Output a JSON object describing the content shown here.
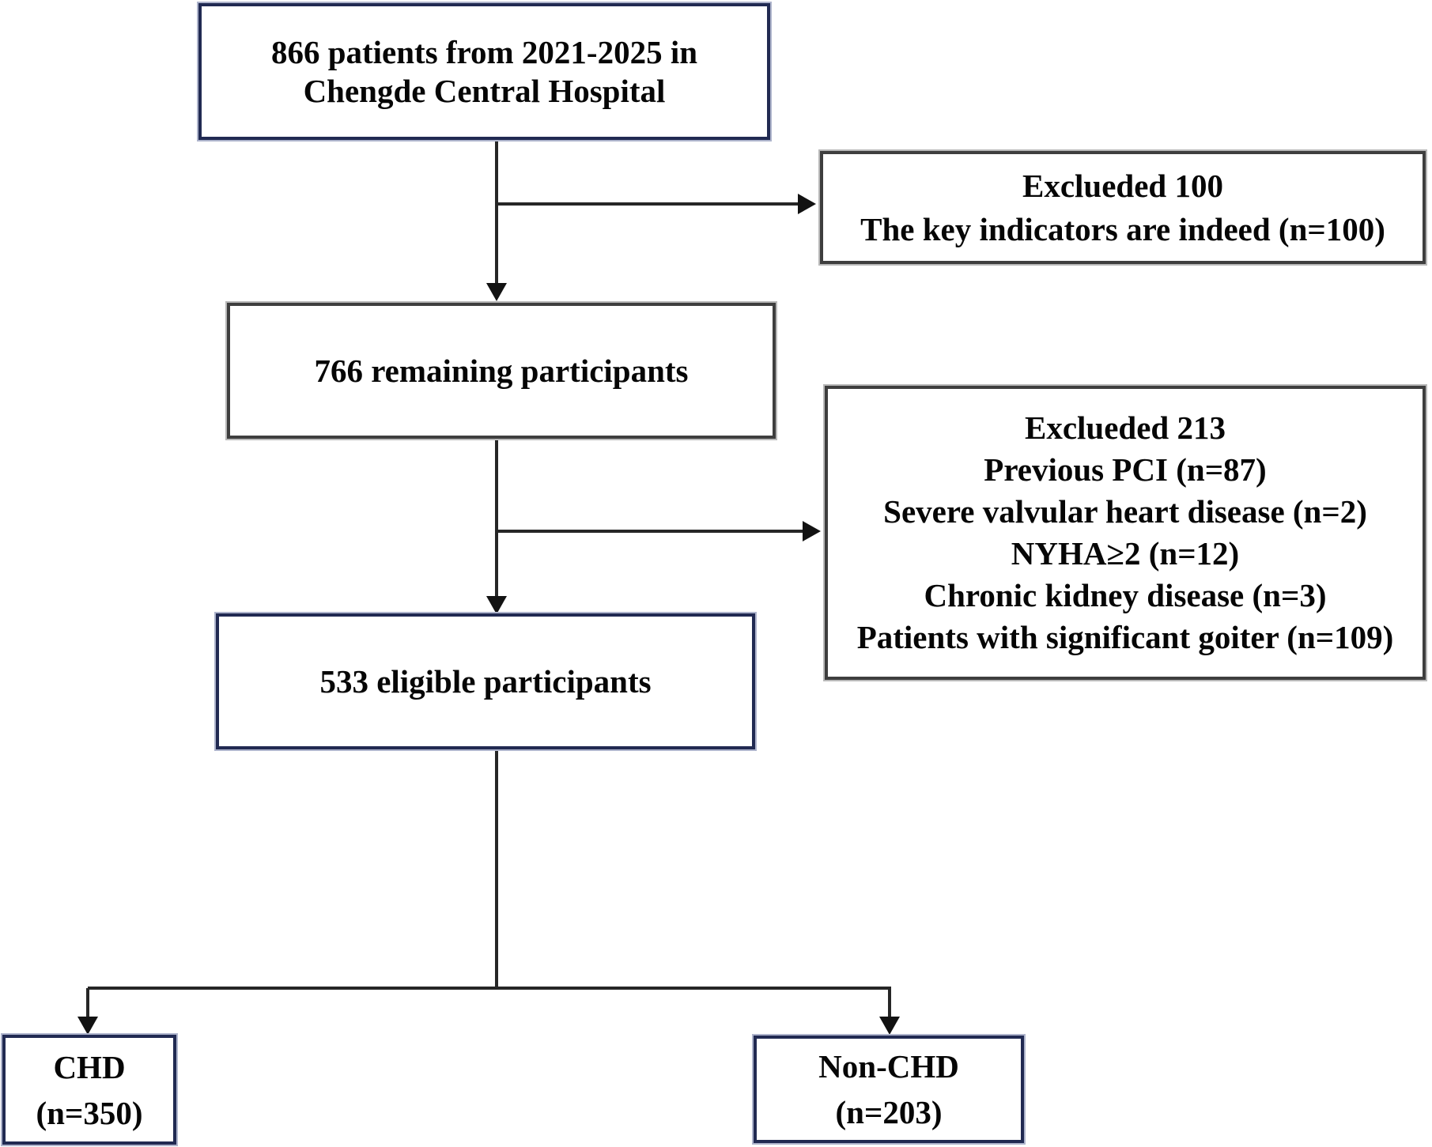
{
  "diagram": {
    "title_implicit": "Patient selection flow chart",
    "boxes": {
      "patients": {
        "line1": "866 patients from 2021-2025 in",
        "line2": "Chengde Central Hospital"
      },
      "excluded1": {
        "line1": "Exclueded 100",
        "line2": "The key indicators are indeed (n=100)"
      },
      "remaining": {
        "label": "766 remaining participants"
      },
      "excluded2": {
        "lines": [
          "Exclueded 213",
          "Previous PCI (n=87)",
          "Severe valvular heart disease (n=2)",
          "NYHA≥2 (n=12)",
          "Chronic kidney disease (n=3)",
          "Patients with significant goiter (n=109)"
        ]
      },
      "eligible": {
        "label": "533 eligible participants"
      },
      "chd": {
        "line1": "CHD",
        "line2": "(n=350)"
      },
      "nonchd": {
        "line1": "Non-CHD",
        "line2": "(n=203)"
      }
    },
    "colors": {
      "navy_border": "#212a52",
      "gray_border": "#3e3e3e",
      "connector": "#262626",
      "text": "#060606",
      "background": "#ffffff"
    }
  }
}
